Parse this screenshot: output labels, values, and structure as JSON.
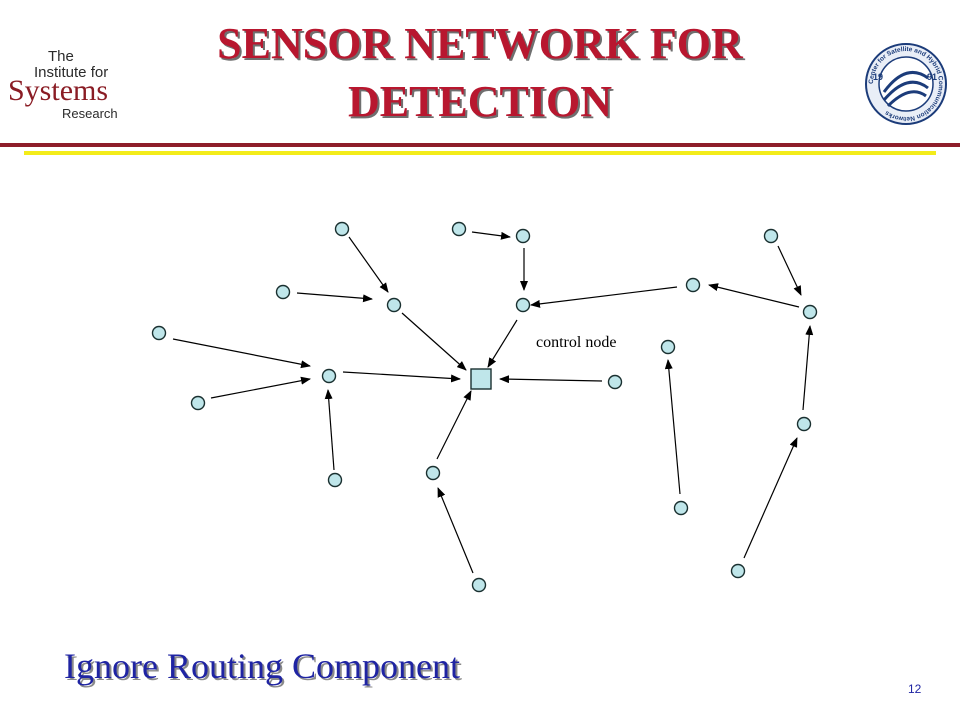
{
  "slide": {
    "title_line1": "SENSOR NETWORK FOR",
    "title_line2": "DETECTION",
    "subtitle": "Ignore Routing Component",
    "page_number": "12"
  },
  "logo_left": {
    "line1": "The",
    "line2": "Institute for",
    "line3": "Systems",
    "line4": "Research"
  },
  "logo_right": {
    "text": "Center for Satellite and Hybrid Communication Networks",
    "year_left": "19",
    "year_right": "91"
  },
  "diagram": {
    "control_node_label": "control node",
    "colors": {
      "node_fill": "#bfe6ea",
      "node_stroke": "#1a3030",
      "title": "#b8172f",
      "subtitle": "#1f24a3",
      "rule_dark": "#8e1d2a",
      "rule_yellow": "#f3ec1a"
    }
  }
}
